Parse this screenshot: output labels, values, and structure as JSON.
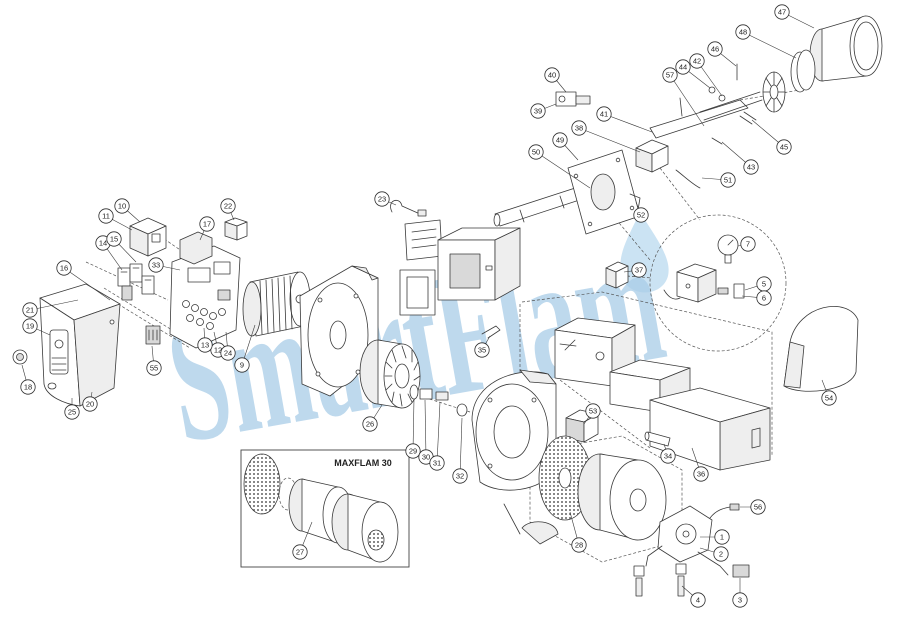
{
  "diagram_title": "MAXFLAM 30",
  "watermark": "SmartFlam",
  "callouts": [
    "1",
    "2",
    "3",
    "4",
    "5",
    "6",
    "7",
    "9",
    "10",
    "11",
    "12",
    "13",
    "14",
    "15",
    "16",
    "17",
    "18",
    "19",
    "20",
    "21",
    "22",
    "23",
    "24",
    "25",
    "26",
    "27",
    "28",
    "29",
    "30",
    "31",
    "32",
    "33",
    "34",
    "35",
    "36",
    "37",
    "38",
    "39",
    "40",
    "41",
    "42",
    "43",
    "44",
    "45",
    "46",
    "47",
    "48",
    "49",
    "50",
    "51",
    "52",
    "53",
    "54",
    "55",
    "56",
    "57"
  ]
}
